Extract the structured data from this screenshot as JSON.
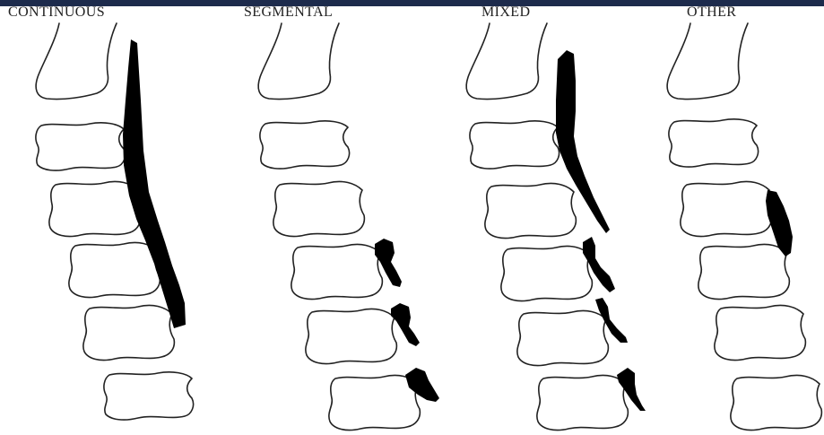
{
  "colors": {
    "top_bar": "#1d2b4c",
    "outline": "#222222",
    "ossification": "#000000",
    "text": "#222222"
  },
  "panels": [
    {
      "title": "CONTINUOUS"
    },
    {
      "title": "SEGMENTAL"
    },
    {
      "title": "MIXED"
    },
    {
      "title": "OTHER"
    }
  ]
}
